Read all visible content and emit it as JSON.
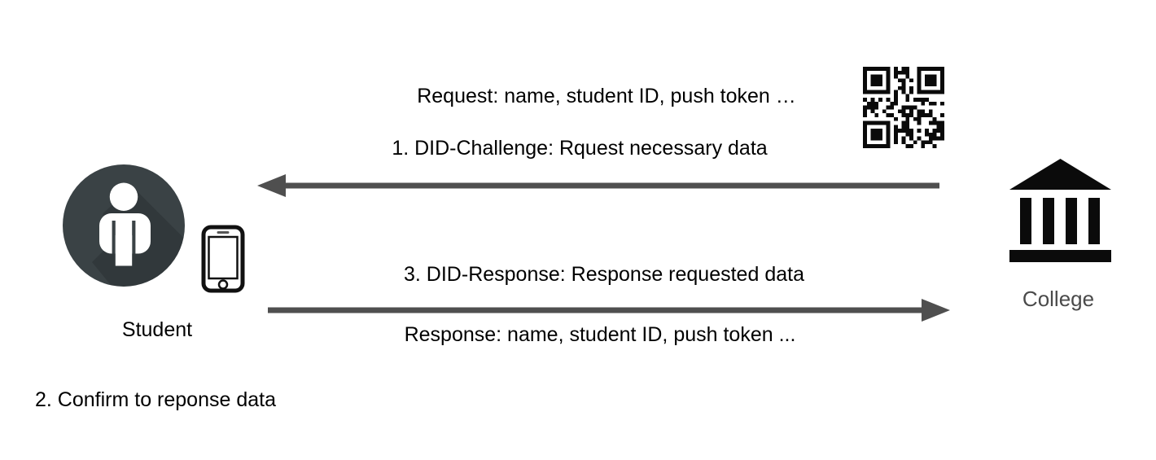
{
  "actors": {
    "student": {
      "label": "Student"
    },
    "college": {
      "label": "College"
    }
  },
  "messages": {
    "request_params": "Request: name, student ID, push token …",
    "step1_challenge": "1. DID-Challenge: Rquest necessary data",
    "step2_confirm": "2. Confirm to reponse data",
    "step3_response": "3. DID-Response: Response requested data",
    "response_params": "Response: name, student ID, push token ..."
  },
  "icons": {
    "student": "person-in-circle-icon",
    "phone": "smartphone-icon",
    "college": "bank-building-icon",
    "qr": "qr-code-icon"
  },
  "colors": {
    "background": "#ffffff",
    "arrow": "#4f4f4f",
    "student_circle": "#3a4245",
    "college_icon": "#0b0b0b",
    "college_label": "#4a4a4a",
    "message_text": "#000000"
  }
}
